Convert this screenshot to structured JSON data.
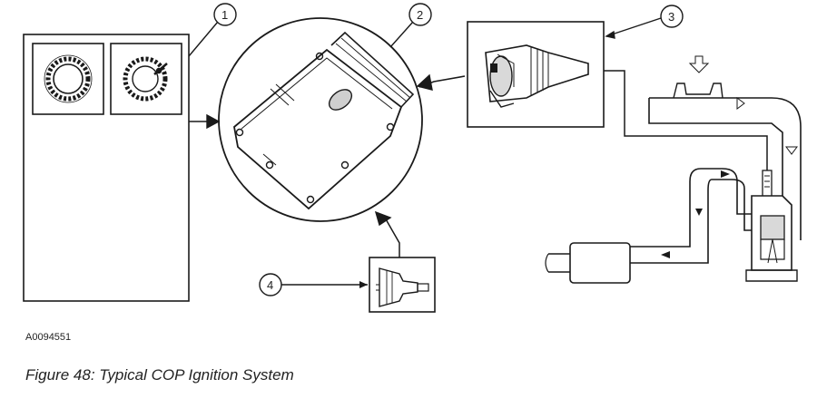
{
  "figure": {
    "reference_code": "A0094551",
    "caption": "Figure 48: Typical COP Ignition System"
  },
  "callouts": {
    "one": "1",
    "two": "2",
    "three": "3",
    "four": "4"
  },
  "colors": {
    "line": "#1a1a1a",
    "background": "#ffffff",
    "shade": "#d9d9d9"
  }
}
